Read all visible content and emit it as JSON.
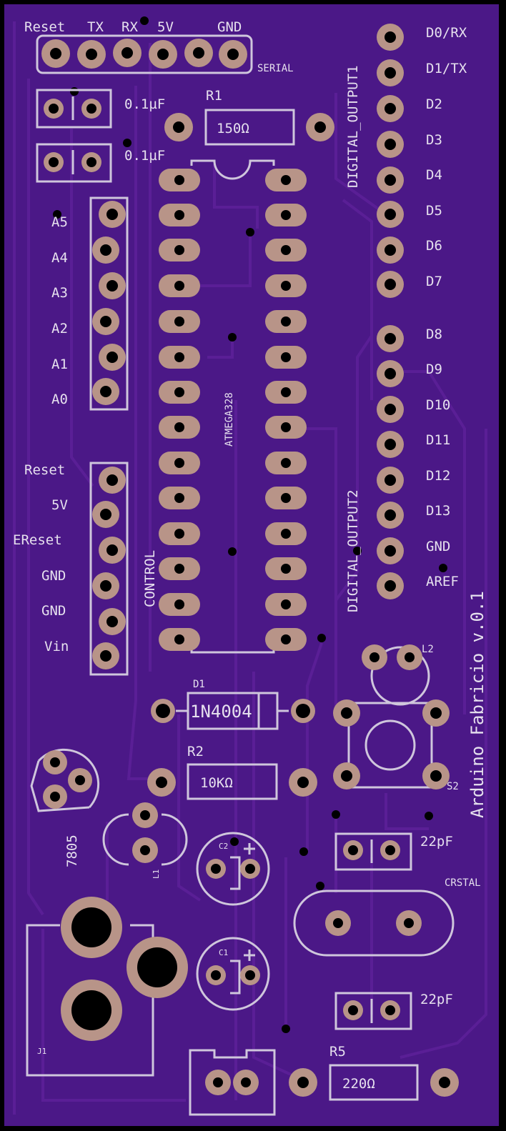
{
  "colors": {
    "board": "#4b1887",
    "border": "#000000",
    "silkscreen": "#cfc6dc",
    "pad_copper": "#b89488",
    "trace": "#5a1f96"
  },
  "serial": {
    "pins": [
      "Reset",
      "TX",
      "RX",
      "5V",
      "GND"
    ],
    "label": "SERIAL"
  },
  "caps": {
    "c_top1": "0.1µF",
    "c_top2": "0.1µF",
    "c22_1": "22pF",
    "c22_2": "22pF",
    "c2": "C2",
    "c1": "C1"
  },
  "resistors": {
    "r1_name": "R1",
    "r1_value": "150Ω",
    "r2_name": "R2",
    "r2_value": "10KΩ",
    "r5_name": "R5",
    "r5_value": "220Ω"
  },
  "analog": {
    "pins": [
      "A5",
      "A4",
      "A3",
      "A2",
      "A1",
      "A0"
    ]
  },
  "power": {
    "pins": [
      "Reset",
      "5V",
      "EReset",
      "GND",
      "GND",
      "Vin"
    ],
    "label": "CONTROL"
  },
  "chip": {
    "label": "ATMEGA328"
  },
  "digital1": {
    "label": "DIGITAL_OUTPUT1",
    "pins": [
      "D0/RX",
      "D1/TX",
      "D2",
      "D3",
      "D4",
      "D5",
      "D6",
      "D7"
    ]
  },
  "digital2": {
    "label": "DIGITAL_OUTPUT2",
    "pins": [
      "D8",
      "D9",
      "D10",
      "D11",
      "D12",
      "D13",
      "GND",
      "AREF"
    ]
  },
  "diode": {
    "name": "D1",
    "value": "1N4004"
  },
  "misc": {
    "led": "L2",
    "switch": "S2",
    "inductor": "L1",
    "regulator": "7805",
    "crystal": "CRSTAL",
    "jack": "J1",
    "board_title": "Arduino Fabricio v.0.1"
  }
}
